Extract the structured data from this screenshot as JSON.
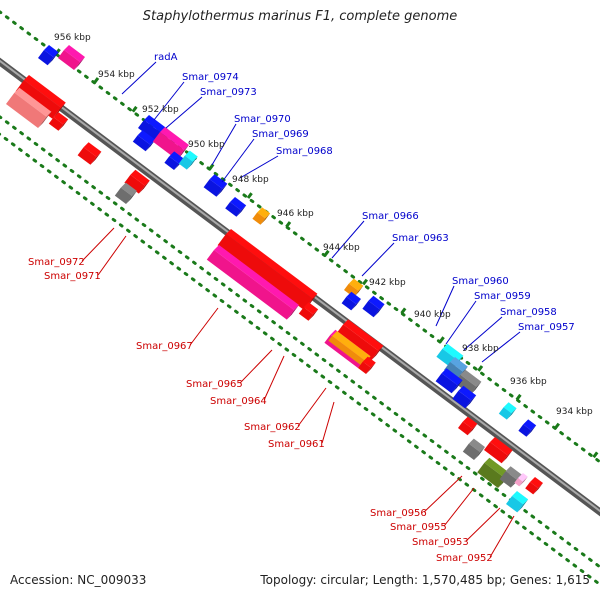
{
  "title": "Staphylothermus marinus F1, complete genome",
  "footer": {
    "accession": "Accession: NC_009033",
    "summary": "Topology: circular; Length: 1,570,485 bp; Genes: 1,615"
  },
  "colors": {
    "forward_label": "#0000cc",
    "reverse_label": "#cc0000",
    "backbone": "#7a7a7a",
    "tick": "#1a7a1a"
  },
  "scale_ticks": [
    "956 kbp",
    "954 kbp",
    "952 kbp",
    "950 kbp",
    "948 kbp",
    "946 kbp",
    "944 kbp",
    "942 kbp",
    "940 kbp",
    "938 kbp",
    "936 kbp",
    "934 kbp"
  ],
  "forward_genes": [
    "radA",
    "Smar_0974",
    "Smar_0973",
    "Smar_0970",
    "Smar_0969",
    "Smar_0968",
    "Smar_0966",
    "Smar_0963",
    "Smar_0960",
    "Smar_0959",
    "Smar_0958",
    "Smar_0957"
  ],
  "reverse_genes": [
    "Smar_0972",
    "Smar_0971",
    "Smar_0967",
    "Smar_0965",
    "Smar_0964",
    "Smar_0962",
    "Smar_0961",
    "Smar_0956",
    "Smar_0955",
    "Smar_0953",
    "Smar_0952"
  ],
  "feature_colors": {
    "blue": "#0a14e0",
    "red": "#ee0b0b",
    "pink": "#f0148c",
    "salmon": "#f07878",
    "gray": "#6e6e6e",
    "cyan": "#18c8e6",
    "steel": "#4682b4",
    "orange": "#f08c0a",
    "olive": "#5a7a1e",
    "lightpink": "#f4a0c8"
  }
}
